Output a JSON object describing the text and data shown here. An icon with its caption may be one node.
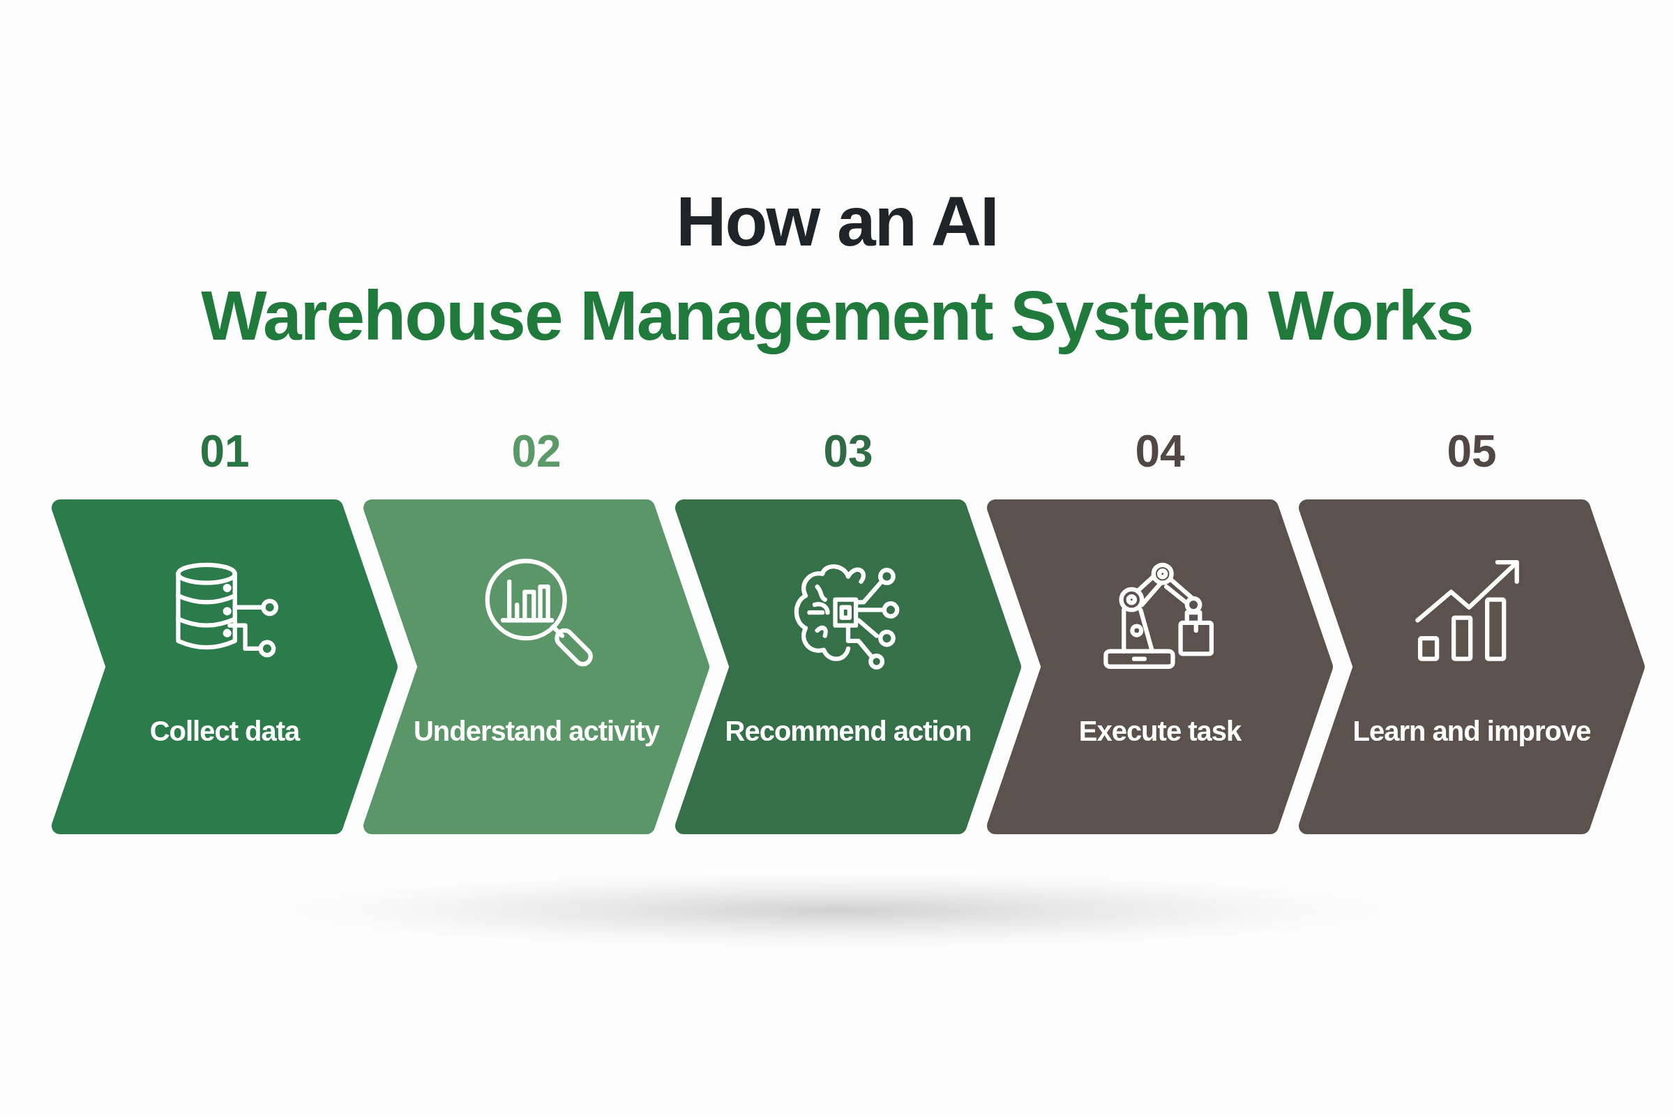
{
  "diagram": {
    "title": "How an AI Warehouse Management System Works",
    "nodes": [
      {
        "text": [
          "01",
          "Collect data"
        ]
      },
      {
        "text": [
          "02",
          "Understand activity"
        ]
      },
      {
        "text": [
          "03",
          "Recommend action"
        ]
      },
      {
        "text": [
          "04",
          "Execute task"
        ]
      },
      {
        "text": [
          "05",
          "Learn and improve"
        ]
      }
    ]
  }
}
